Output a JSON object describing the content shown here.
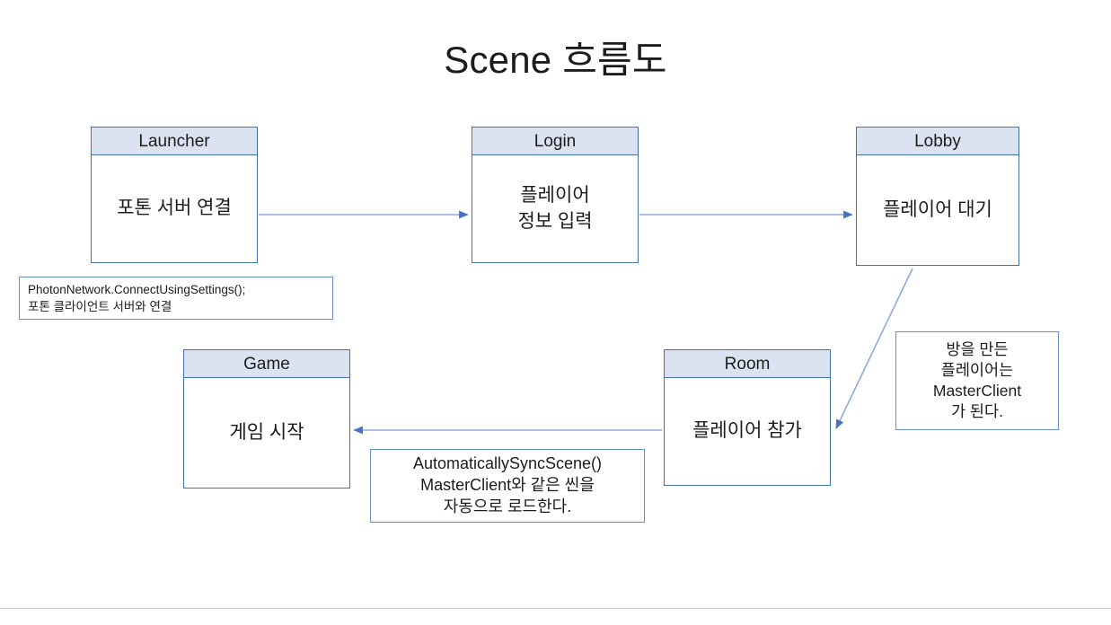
{
  "slide": {
    "title": "Scene 흐름도",
    "background": "#ffffff",
    "footer_rule_color": "#c9c9c9"
  },
  "theme": {
    "node_border": "#4472a8",
    "node_header_fill": "#dbe2f1",
    "node_body_fill": "#ffffff",
    "note_border": "#6a8fd0",
    "arrow_line": "#8faadc",
    "arrow_head": "#4472c4",
    "text": "#1c1c1c"
  },
  "nodes": [
    {
      "id": "launcher",
      "title": "Launcher",
      "body": "포톤 서버 연결"
    },
    {
      "id": "login",
      "title": "Login",
      "body": "플레이어\n정보 입력"
    },
    {
      "id": "lobby",
      "title": "Lobby",
      "body": "플레이어 대기"
    },
    {
      "id": "game",
      "title": "Game",
      "body": "게임 시작"
    },
    {
      "id": "room",
      "title": "Room",
      "body": "플레이어 참가"
    }
  ],
  "notes": [
    {
      "id": "photon",
      "text": "PhotonNetwork.ConnectUsingSettings();\n포톤 클라이언트 서버와 연결"
    },
    {
      "id": "masterclient",
      "text": "방을 만든\n플레이어는\nMasterClient\n가 된다."
    },
    {
      "id": "syncscene",
      "text": "AutomaticallySyncScene()\nMasterClient와 같은 씬을\n자동으로 로드한다."
    }
  ],
  "connectors": [
    {
      "id": "launcher-to-login",
      "from": "launcher",
      "to": "login",
      "style": "horizontal-right"
    },
    {
      "id": "login-to-lobby",
      "from": "login",
      "to": "lobby",
      "style": "horizontal-right"
    },
    {
      "id": "lobby-to-room",
      "from": "lobby",
      "to": "room",
      "style": "diagonal-down-left"
    },
    {
      "id": "room-to-game",
      "from": "room",
      "to": "game",
      "style": "horizontal-left"
    }
  ]
}
